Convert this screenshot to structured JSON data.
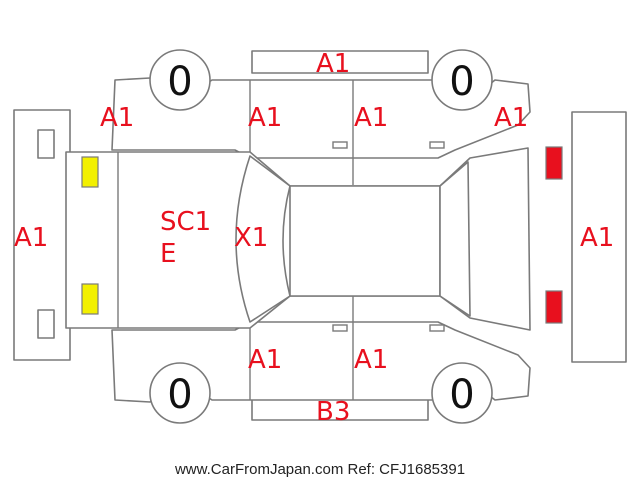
{
  "colors": {
    "code_text": "#e8101e",
    "front_lamp": "#f3f000",
    "rear_lamp": "#e8101e",
    "outline": "#7a7a7a"
  },
  "tires": {
    "front_left": "0",
    "front_right": "0",
    "rear_left": "0",
    "rear_right": "0"
  },
  "damage_codes": {
    "front_bumper": "A1",
    "front_left_fender": "A1",
    "front_left_door": "A1",
    "rear_left_door": "A1",
    "rear_left_fender": "A1",
    "left_side_sill": "A1",
    "hood_line1": "SC1",
    "hood_line2": "E",
    "windshield": "X1",
    "rear_bumper": "A1",
    "front_right_door": "A1",
    "rear_right_door": "A1",
    "right_side_sill": "B3"
  },
  "footer_text": "www.CarFromJapan.com Ref: CFJ1685391"
}
